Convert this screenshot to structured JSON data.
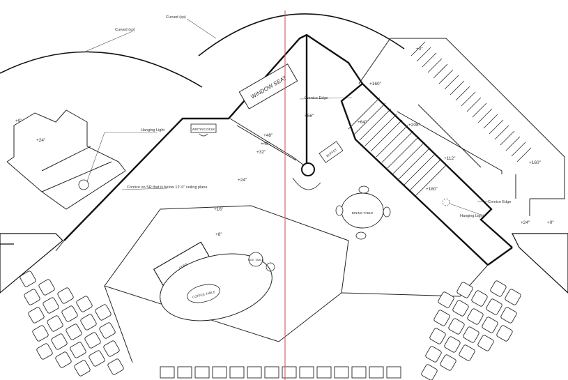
{
  "labels": {
    "curved_left": "Curved (sp)",
    "curved_top": "Curved (sp)",
    "window_seat": "WINDOW SEAT",
    "cornice_edge_top": "Cornice Edge",
    "hanging_light_left": "Hanging Light",
    "hanging_light_right": "Hanging Light",
    "writing_desk": "WRITING DESK",
    "buffet": "BUFFET",
    "cornice_note": "Cornice on SR that is below 12'-0\" ceiling plane",
    "cornice_edge_right": "Cornice Edge",
    "dining_table": "DINING TABLE",
    "sofa": "SOFA",
    "coffee_table": "COFFEE TABLE",
    "side_table": "SIDE TABLE"
  },
  "elevations": {
    "zero_top": "+0\"",
    "zero_left": "+0\"",
    "plus24_left": "+24\"",
    "plus160_top": "+160\"",
    "plus56": "+56\"",
    "plus48": "+48\"",
    "plus40": "+40\"",
    "plus32": "+32\"",
    "plus64": "+64\"",
    "plus208": "+208\"",
    "plus112": "+112\"",
    "plus160_right": "+160\"",
    "plus180": "+180\"",
    "plus24_center": "+24\"",
    "plus16": "+16\"",
    "plus8": "+8\"",
    "plus24_right": "+24\"",
    "zero_right": "+0\""
  }
}
